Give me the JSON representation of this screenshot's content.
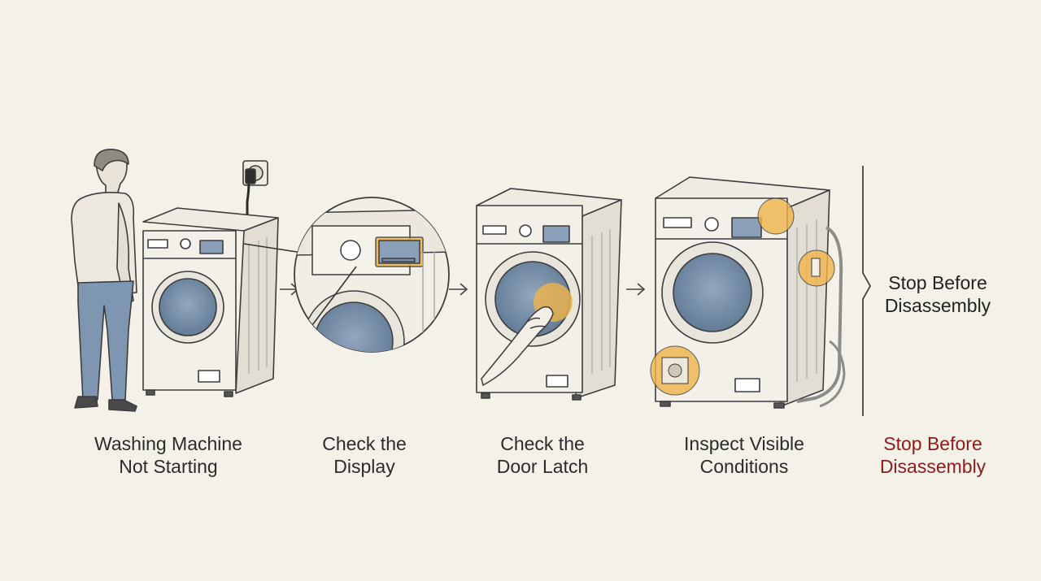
{
  "steps": [
    {
      "line1": "Washing Machine",
      "line2": "Not Starting"
    },
    {
      "line1": "Check the",
      "line2": "Display"
    },
    {
      "line1": "Check the",
      "line2": "Door Latch"
    },
    {
      "line1": "Inspect Visible",
      "line2": "Conditions"
    },
    {
      "line1": "Stop Before",
      "line2": "Disassembly"
    }
  ],
  "side_label": {
    "line1": "Stop Before",
    "line2": "Disassembly"
  },
  "colors": {
    "background": "#f4f1e8",
    "ink": "#3a3a3a",
    "highlight": "#f0b44a",
    "warning": "#8e1b1b",
    "glass": "#7d93ad"
  },
  "icons": [
    "person",
    "wall-outlet",
    "washing-machine",
    "magnifier-circle",
    "hand",
    "arrow-right",
    "bracket"
  ]
}
